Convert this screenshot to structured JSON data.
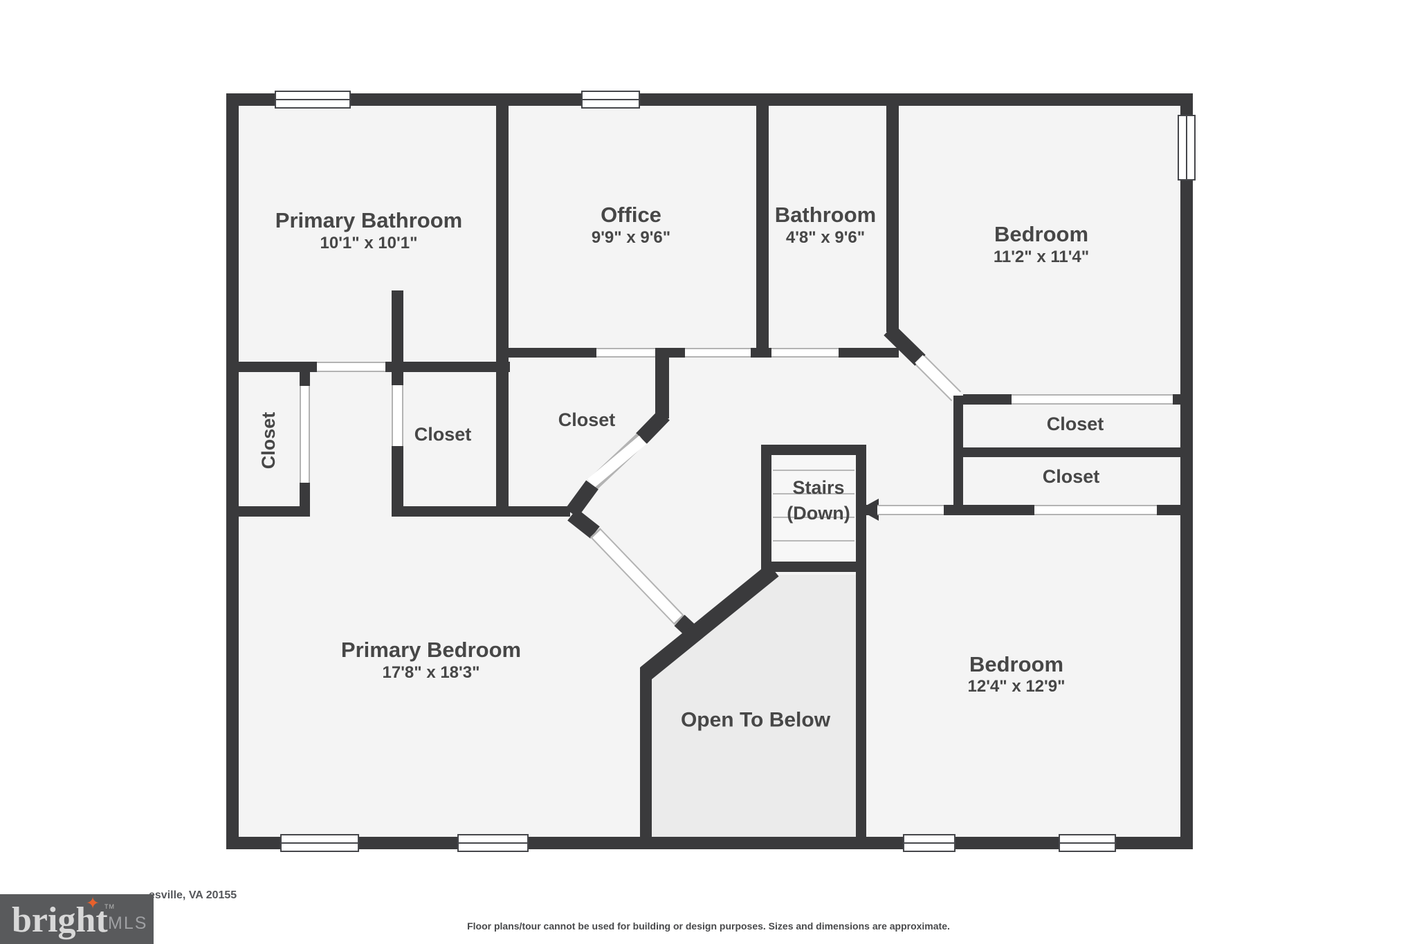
{
  "colors": {
    "wall": "#3a3a3c",
    "floor": "#f4f4f4",
    "open_to_below_floor": "#ebebeb",
    "label_text": "#474747",
    "logo_background": "#595a5c",
    "logo_word_color": "#d8d8d8",
    "logo_mls_color": "#9fa0a3",
    "logo_star_color": "#e8612c"
  },
  "rooms": [
    {
      "name": "Primary Bathroom",
      "dims": "10'1\" x 10'1\""
    },
    {
      "name": "Office",
      "dims": "9'9\" x 9'6\""
    },
    {
      "name": "Bathroom",
      "dims": "4'8\" x 9'6\""
    },
    {
      "name": "Bedroom",
      "dims": "11'2\" x 11'4\""
    },
    {
      "name": "Primary Bedroom",
      "dims": "17'8\" x 18'3\""
    },
    {
      "name": "Bedroom",
      "dims": "12'4\" x 12'9\""
    }
  ],
  "closets": [
    "Closet",
    "Closet",
    "Closet",
    "Closet",
    "Closet"
  ],
  "labels": {
    "stairs_line1": "Stairs",
    "stairs_line2": "(Down)",
    "open_to_below": "Open To Below"
  },
  "footer": {
    "address_visible": "esville, VA 20155",
    "disclaimer": "Floor plans/tour cannot be used for building or design purposes. Sizes and dimensions are approximate.",
    "logo": {
      "word": "bright",
      "tm": "TM",
      "suffix": "MLS",
      "star": "✦"
    }
  }
}
